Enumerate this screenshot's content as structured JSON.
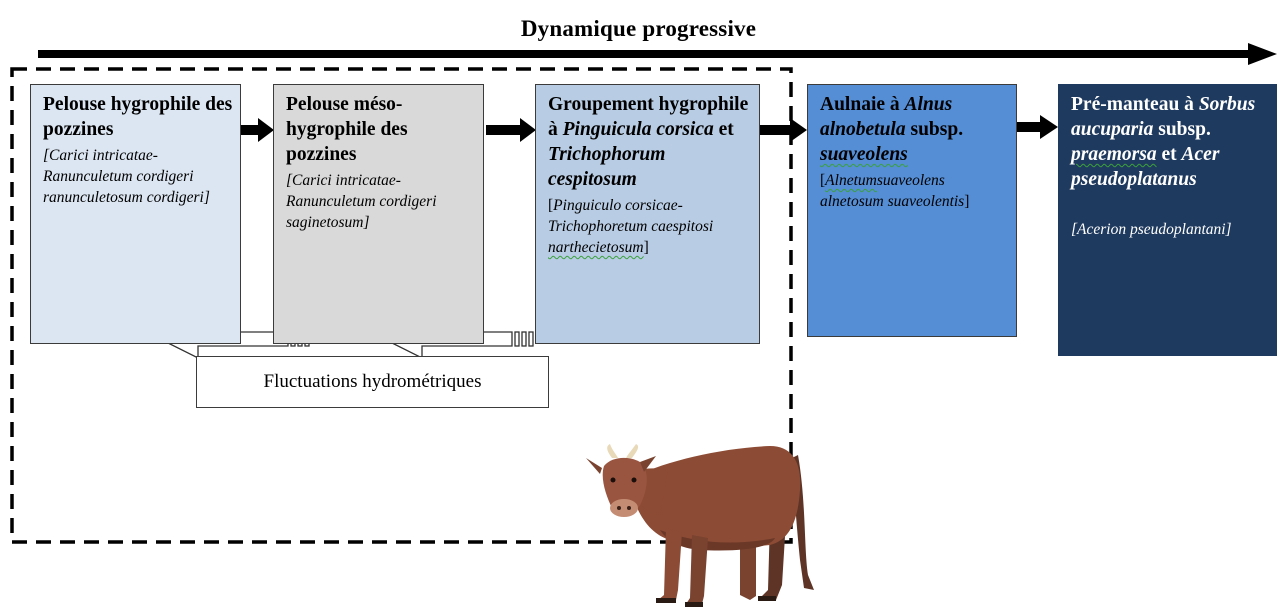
{
  "title": "Dynamique progressive",
  "boxes": [
    {
      "heading": "Pelouse hygrophile des pozzines",
      "syntaxon": "[Carici intricatae-Ranunculetum cordigeri ranunculetosum cordigeri]",
      "color": "#dce6f2"
    },
    {
      "heading": "Pelouse méso-hygrophile des pozzines",
      "syntaxon": "[Carici intricatae-Ranunculetum cordigeri saginetosum]",
      "color": "#d9d9d9"
    },
    {
      "heading_parts": [
        "Groupement hygrophile à",
        "Pinguicula corsica",
        "et",
        "Trichophorum cespitosum"
      ],
      "syntaxon_parts": [
        "Pinguiculo corsicae-Trichophoretum caespitosi",
        "narthecietosum"
      ],
      "color": "#b8cce4"
    },
    {
      "heading_parts": [
        "Aulnaie à",
        "Alnus alnobetula",
        "subsp.",
        "suaveolens"
      ],
      "syntaxon_parts": [
        "Alnetum",
        "suaveolens alnetosum suaveolentis"
      ],
      "color": "#558ed5"
    },
    {
      "heading_parts": [
        "Pré-manteau à",
        "Sorbus aucuparia",
        "subsp.",
        "praemorsa",
        "et",
        "Acer pseudoplatanus"
      ],
      "syntaxon": "[Acerion pseudoplantani]",
      "color": "#1f3a5f"
    }
  ],
  "fluctuation_label": "Fluctuations hydrométriques",
  "illustration": "cow"
}
